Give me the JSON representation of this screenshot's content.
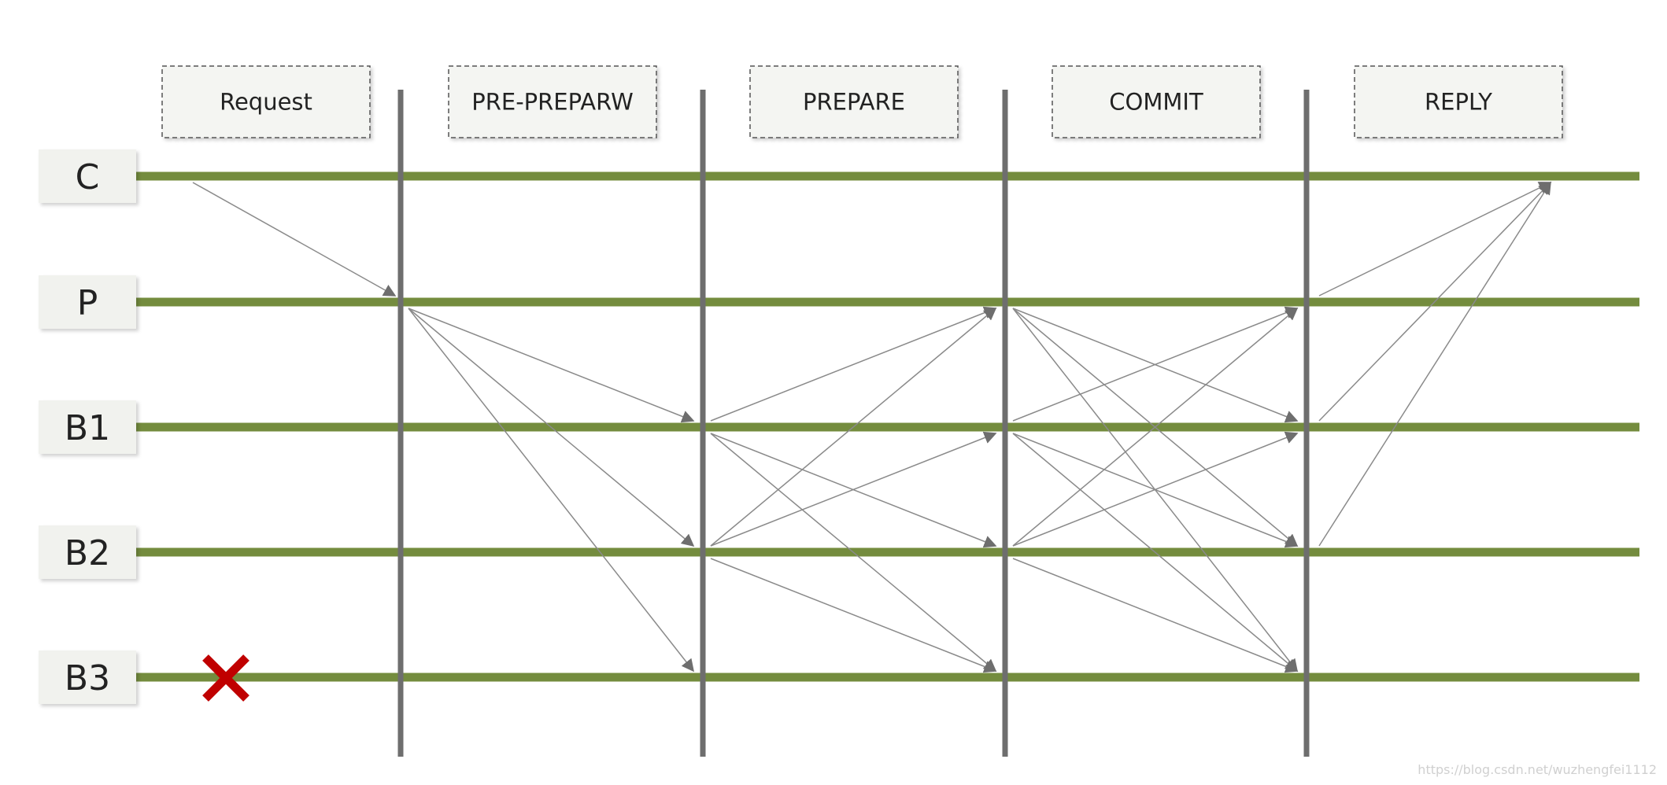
{
  "phases": [
    {
      "id": "request",
      "label": "Request"
    },
    {
      "id": "pre-prepare",
      "label": "PRE-PREPARW"
    },
    {
      "id": "prepare",
      "label": "PREPARE"
    },
    {
      "id": "commit",
      "label": "COMMIT"
    },
    {
      "id": "reply",
      "label": "REPLY"
    }
  ],
  "nodes": [
    {
      "id": "C",
      "label": "C",
      "faulty": false
    },
    {
      "id": "P",
      "label": "P",
      "faulty": false
    },
    {
      "id": "B1",
      "label": "B1",
      "faulty": false
    },
    {
      "id": "B2",
      "label": "B2",
      "faulty": false
    },
    {
      "id": "B3",
      "label": "B3",
      "faulty": true
    }
  ],
  "messages": [
    {
      "phase": "request",
      "from": "C",
      "to": "P"
    },
    {
      "phase": "pre-prepare",
      "from": "P",
      "to": "B1"
    },
    {
      "phase": "pre-prepare",
      "from": "P",
      "to": "B2"
    },
    {
      "phase": "pre-prepare",
      "from": "P",
      "to": "B3"
    },
    {
      "phase": "prepare",
      "from": "B1",
      "to": "P"
    },
    {
      "phase": "prepare",
      "from": "B1",
      "to": "B2"
    },
    {
      "phase": "prepare",
      "from": "B1",
      "to": "B3"
    },
    {
      "phase": "prepare",
      "from": "B2",
      "to": "P"
    },
    {
      "phase": "prepare",
      "from": "B2",
      "to": "B1"
    },
    {
      "phase": "prepare",
      "from": "B2",
      "to": "B3"
    },
    {
      "phase": "commit",
      "from": "P",
      "to": "B1"
    },
    {
      "phase": "commit",
      "from": "P",
      "to": "B2"
    },
    {
      "phase": "commit",
      "from": "P",
      "to": "B3"
    },
    {
      "phase": "commit",
      "from": "B1",
      "to": "P"
    },
    {
      "phase": "commit",
      "from": "B1",
      "to": "B2"
    },
    {
      "phase": "commit",
      "from": "B1",
      "to": "B3"
    },
    {
      "phase": "commit",
      "from": "B2",
      "to": "P"
    },
    {
      "phase": "commit",
      "from": "B2",
      "to": "B1"
    },
    {
      "phase": "commit",
      "from": "B2",
      "to": "B3"
    },
    {
      "phase": "reply",
      "from": "P",
      "to": "C"
    },
    {
      "phase": "reply",
      "from": "B1",
      "to": "C"
    },
    {
      "phase": "reply",
      "from": "B2",
      "to": "C"
    }
  ],
  "colors": {
    "node_line": "#748c3e",
    "phase_divider": "#6e6e6e",
    "arrow": "#8a8a8a",
    "arrowhead": "#6e6e6e",
    "fault_mark": "#c00000"
  },
  "fault_icon": "red-x-icon",
  "watermark": "https://blog.csdn.net/wuzhengfei1112"
}
